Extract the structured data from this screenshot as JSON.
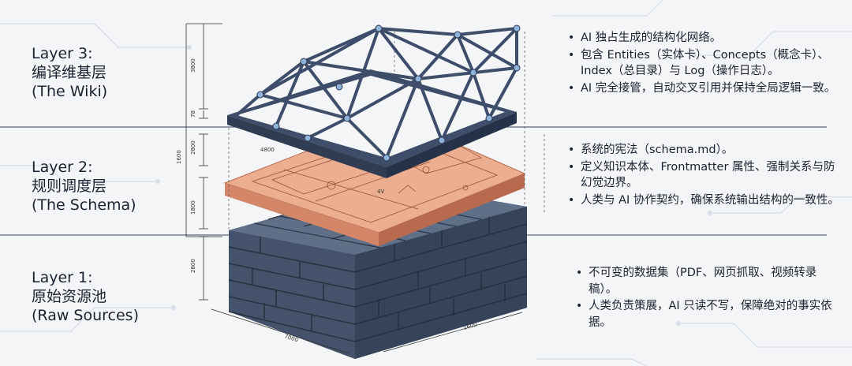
{
  "layers": [
    {
      "title_en": "Layer 3:",
      "title_cn": "编译维基层",
      "subtitle": "(The Wiki)",
      "bullets": [
        "AI 独占生成的结构化网络。",
        "包含 Entities（实体卡）、Concepts（概念卡）、Index（总目录）与 Log（操作日志）。",
        "AI 完全接管，自动交叉引用并保持全局逻辑一致。"
      ]
    },
    {
      "title_en": "Layer 2:",
      "title_cn": "规则调度层",
      "subtitle": "(The Schema)",
      "bullets": [
        "系统的宪法（schema.md）。",
        "定义知识本体、Frontmatter 属性、强制关系与防幻觉边界。",
        "人类与 AI 协作契约，确保系统输出结构的一致性。"
      ]
    },
    {
      "title_en": "Layer 1:",
      "title_cn": "原始资源池",
      "subtitle": "(Raw Sources)",
      "bullets": [
        "不可变的数据集（PDF、网页抓取、视频转录稿）。",
        "人类负责策展，AI 只读不写，保障绝对的事实依据。"
      ]
    }
  ],
  "dimensions": {
    "layer3_height": "3800",
    "layer3_base": "78",
    "layer2_top": "2800",
    "layer2_total": "1600",
    "layer2_bottom": "1800",
    "layer1_height": "2800",
    "plan_label_a": "4800",
    "plan_label_b": "4V",
    "base_width": "7000",
    "base_depth": "1600"
  },
  "colors": {
    "background": "#f3f5f7",
    "steel": "#3e4e6a",
    "node": "#8fb3d9",
    "copper": "#e9a07f",
    "stone": "#4a5a72",
    "divider": "#5a6478"
  }
}
